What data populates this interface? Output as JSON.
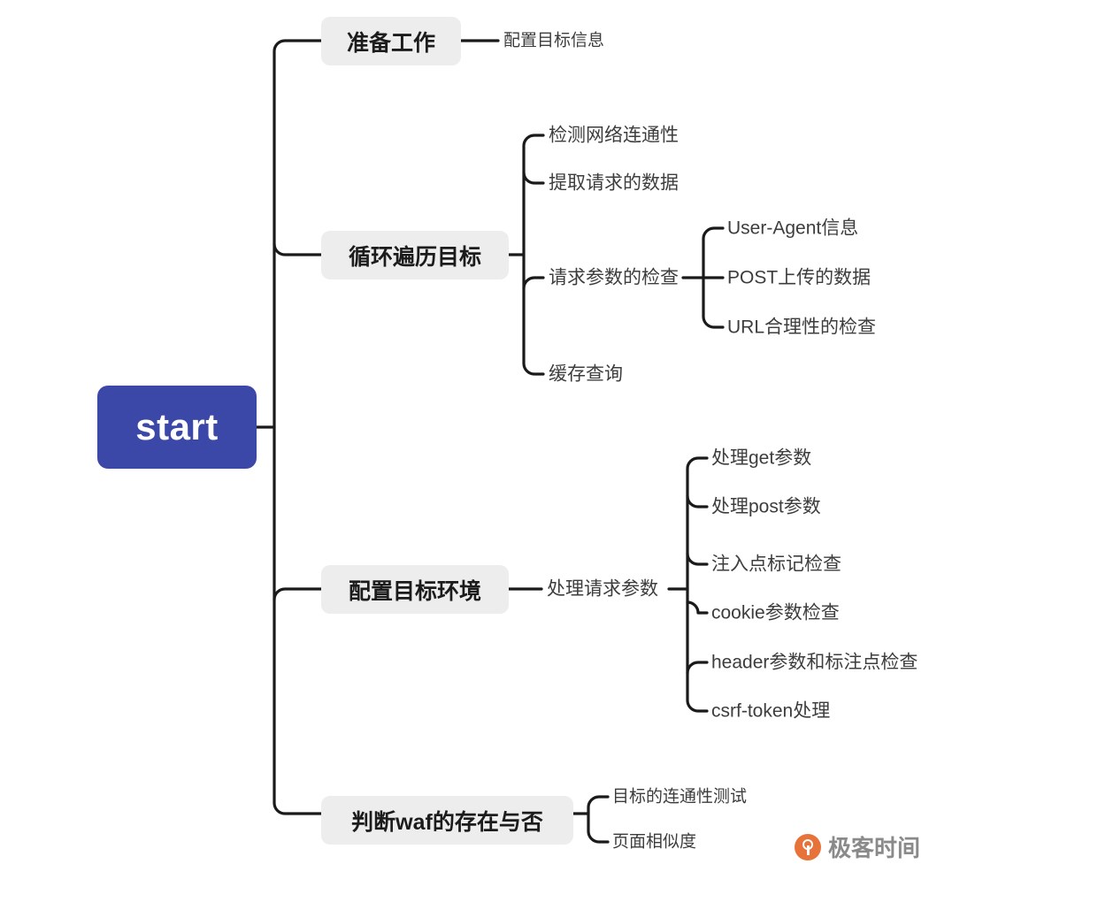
{
  "diagram": {
    "type": "mindmap",
    "orientation": "left-to-right",
    "background_color": "#ffffff",
    "root": {
      "label": "start",
      "fill_color": "#3c48a8",
      "text_color": "#ffffff"
    },
    "branch_style": {
      "fill_color": "#ededed",
      "text_color": "#1c1c1c"
    },
    "leaf_text_color": "#3d3d3d",
    "line_color": "#1a1a1a",
    "branches": [
      {
        "label": "准备工作",
        "children": [
          {
            "label": "配置目标信息",
            "children": []
          }
        ]
      },
      {
        "label": "循环遍历目标",
        "children": [
          {
            "label": "检测网络连通性",
            "children": []
          },
          {
            "label": "提取请求的数据",
            "children": []
          },
          {
            "label": "请求参数的检查",
            "children": [
              {
                "label": "User-Agent信息"
              },
              {
                "label": "POST上传的数据"
              },
              {
                "label": "URL合理性的检查"
              }
            ]
          },
          {
            "label": "缓存查询",
            "children": []
          }
        ]
      },
      {
        "label": "配置目标环境",
        "children": [
          {
            "label": "处理请求参数",
            "children": [
              {
                "label": "处理get参数"
              },
              {
                "label": "处理post参数"
              },
              {
                "label": "注入点标记检查"
              },
              {
                "label": "cookie参数检查"
              },
              {
                "label": "header参数和标注点检查"
              },
              {
                "label": "csrf-token处理"
              }
            ]
          }
        ]
      },
      {
        "label": "判断waf的存在与否",
        "children": [
          {
            "label": "目标的连通性测试",
            "children": []
          },
          {
            "label": "页面相似度",
            "children": []
          }
        ]
      }
    ]
  },
  "watermark": {
    "text": "极客时间",
    "mark_color": "#e8733a",
    "text_color": "#8a8a8a",
    "icon": "geektime-logo-icon"
  }
}
